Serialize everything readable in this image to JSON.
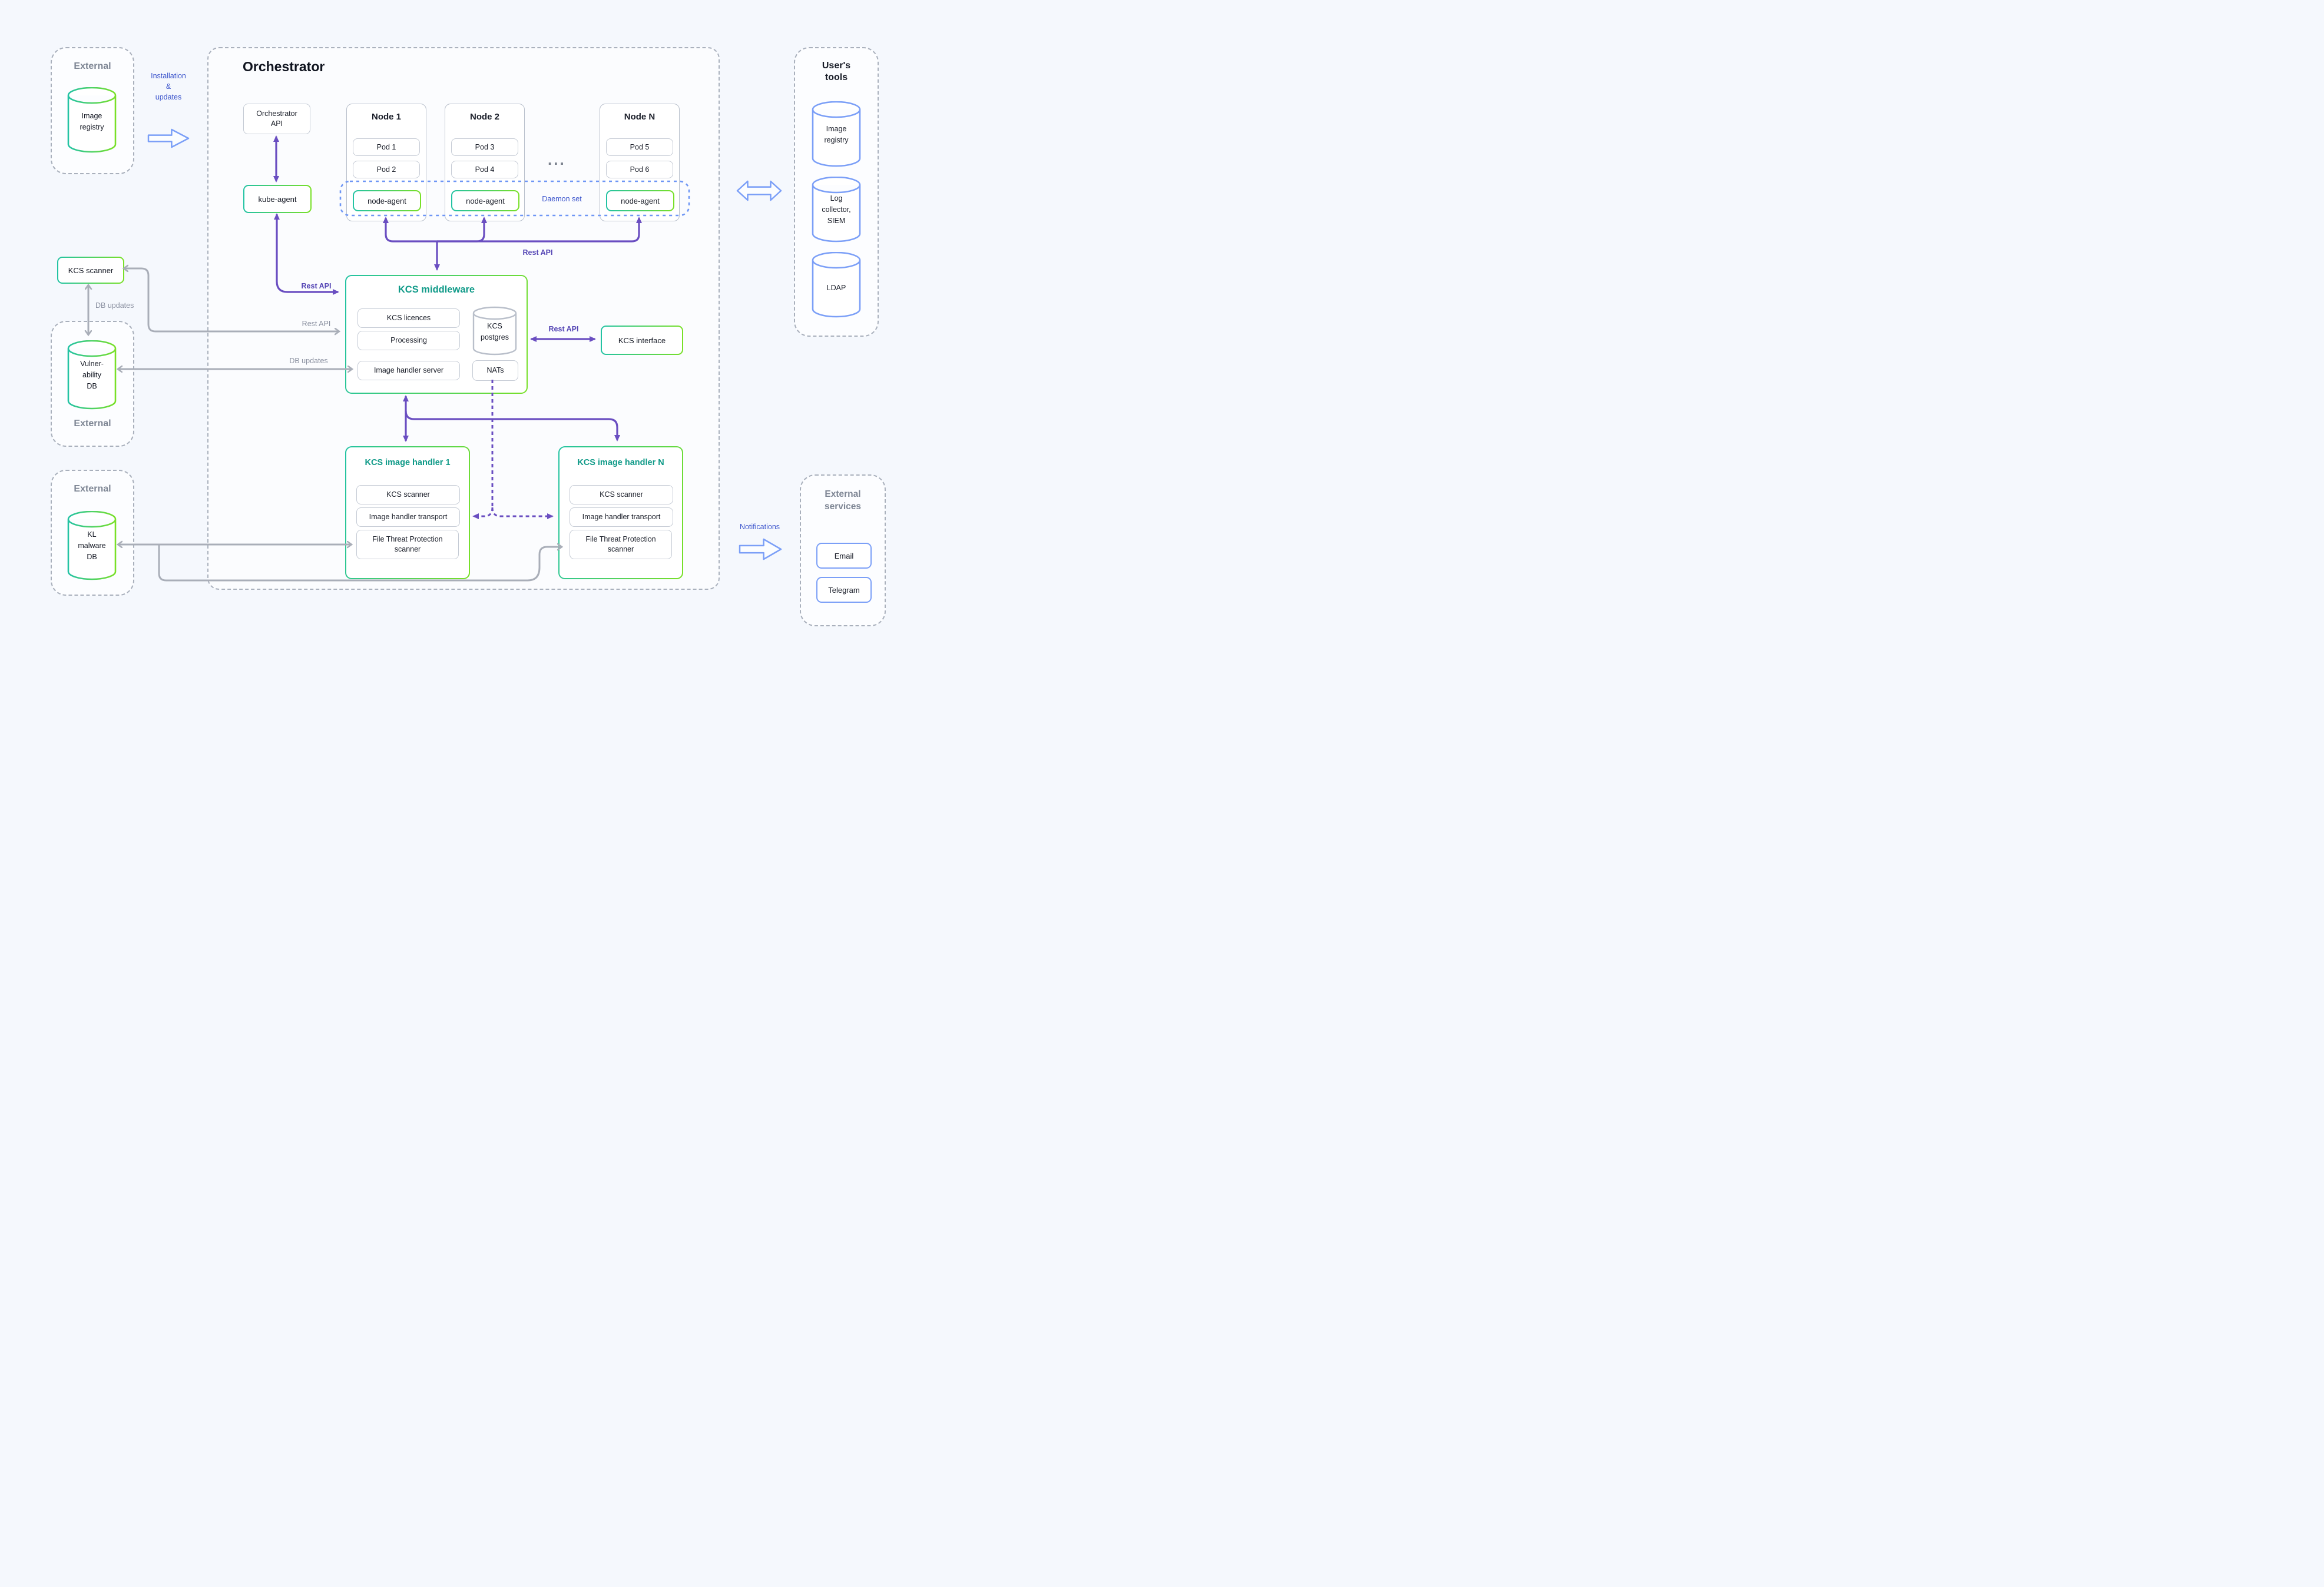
{
  "external_top": {
    "title": "External",
    "cylinder": [
      "Image",
      "registry"
    ]
  },
  "arrows": {
    "installation": [
      "Installation",
      "&",
      "updates"
    ],
    "notifications": "Notifications"
  },
  "orchestrator": {
    "title": "Orchestrator",
    "api_box": [
      "Orchestrator",
      "API"
    ],
    "kube_agent": "kube-agent",
    "daemon_set": "Daemon set",
    "dots": "...",
    "nodes": [
      {
        "title": "Node 1",
        "pods": [
          "Pod 1",
          "Pod 2"
        ],
        "agent": "node-agent"
      },
      {
        "title": "Node 2",
        "pods": [
          "Pod 3",
          "Pod 4"
        ],
        "agent": "node-agent"
      },
      {
        "title": "Node N",
        "pods": [
          "Pod 5",
          "Pod 6"
        ],
        "agent": "node-agent"
      }
    ],
    "middleware": {
      "title": "KCS middleware",
      "items": [
        "KCS licences",
        "Processing",
        "Image handler server"
      ],
      "postgres": [
        "KCS",
        "postgres"
      ],
      "nats": "NATs"
    },
    "handlers": [
      {
        "title": "KCS image handler 1",
        "items": [
          "KCS scanner",
          "Image handler transport",
          "File Threat Protection scanner"
        ]
      },
      {
        "title": "KCS image handler N",
        "items": [
          "KCS scanner",
          "Image handler transport",
          "File Threat Protection scanner"
        ]
      }
    ]
  },
  "kcs_interface": "KCS interface",
  "kcs_scanner_box": "KCS scanner",
  "users_tools": {
    "title": [
      "User's",
      "tools"
    ],
    "cylinders": [
      [
        "Image",
        "registry"
      ],
      [
        "Log",
        "collector,",
        "SIEM"
      ],
      [
        "LDAP"
      ]
    ]
  },
  "external_mid": {
    "title": "External",
    "cylinder": [
      "Vulner-",
      "ability",
      "DB"
    ]
  },
  "external_bottom": {
    "title": "External",
    "cylinder": [
      "KL",
      "malware",
      "DB"
    ]
  },
  "external_services": {
    "title": [
      "External",
      "services"
    ],
    "items": [
      "Email",
      "Telegram"
    ]
  },
  "labels": {
    "rest_api_nodes": "Rest API",
    "rest_api_kube": "Rest API",
    "rest_api_scanner": "Rest API",
    "rest_api_interface": "Rest API",
    "db_updates_scanner": "DB updates",
    "db_updates_middleware": "DB updates"
  },
  "colors": {
    "green_gradient_start": "#23c3a4",
    "green_gradient_end": "#79e027",
    "teal_title": "#0f9a88",
    "purple": "#6a4ec1",
    "blue": "#7b9ff7",
    "blue_label": "#3c55cc",
    "grey_line": "#a9aeb8",
    "dashed_border": "#a9b0bc",
    "background": "#f5f8fd"
  }
}
